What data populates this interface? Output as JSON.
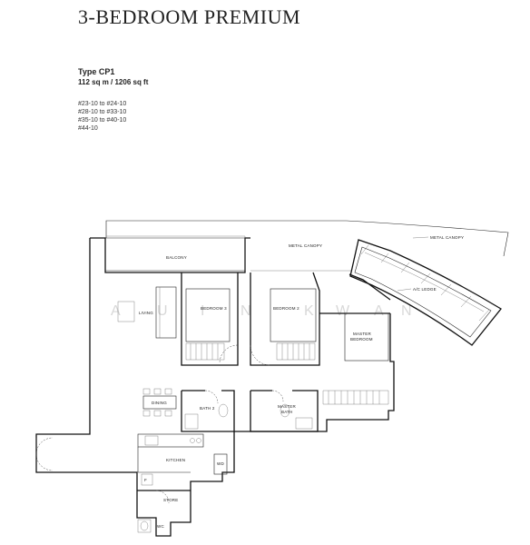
{
  "header": {
    "title": "3-BEDROOM PREMIUM",
    "type": "Type CP1",
    "area": "112 sq m / 1206 sq ft",
    "units": [
      "#23-10 to #24-10",
      "#28-10 to #33-10",
      "#35-10 to #40-10",
      "#44-10"
    ]
  },
  "plan": {
    "labels": {
      "metal_canopy_right": "METAL CANOPY",
      "metal_canopy_top": "METAL CANOPY",
      "balcony": "BALCONY",
      "living": "LIVING",
      "bedroom3": "BEDROOM 3",
      "bedroom2": "BEDROOM 2",
      "ac_ledge": "A/C LEDGE",
      "master_bedroom_1": "MASTER",
      "master_bedroom_2": "BEDROOM",
      "dining": "DINING",
      "bath2": "BATH 2",
      "master_bath_1": "MASTER",
      "master_bath_2": "BATH",
      "kitchen": "KITCHEN",
      "wd": "WD",
      "f": "F",
      "store": "STORE",
      "wc": "WC"
    },
    "watermark": [
      "A",
      "U",
      "I",
      "N",
      "K",
      "W",
      "A",
      "N"
    ]
  }
}
